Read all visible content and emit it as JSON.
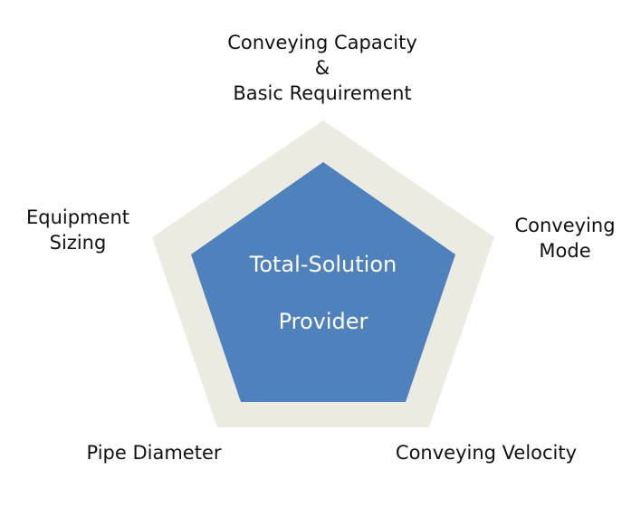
{
  "colors": {
    "outer_pentagon": "#ecebe2",
    "inner_pentagon": "#4f81bd",
    "label_text": "#111111",
    "center_text": "#ffffff"
  },
  "center": {
    "line1": "Total-Solution",
    "line2": "Provider"
  },
  "labels": {
    "top": {
      "line1": "Conveying Capacity",
      "line2": "&",
      "line3": "Basic Requirement"
    },
    "left": {
      "line1": "Equipment",
      "line2": "Sizing"
    },
    "right": {
      "line1": "Conveying",
      "line2": "Mode"
    },
    "bottom_left": {
      "line1": "Pipe Diameter"
    },
    "bottom_right": {
      "line1": "Conveying Velocity"
    }
  }
}
